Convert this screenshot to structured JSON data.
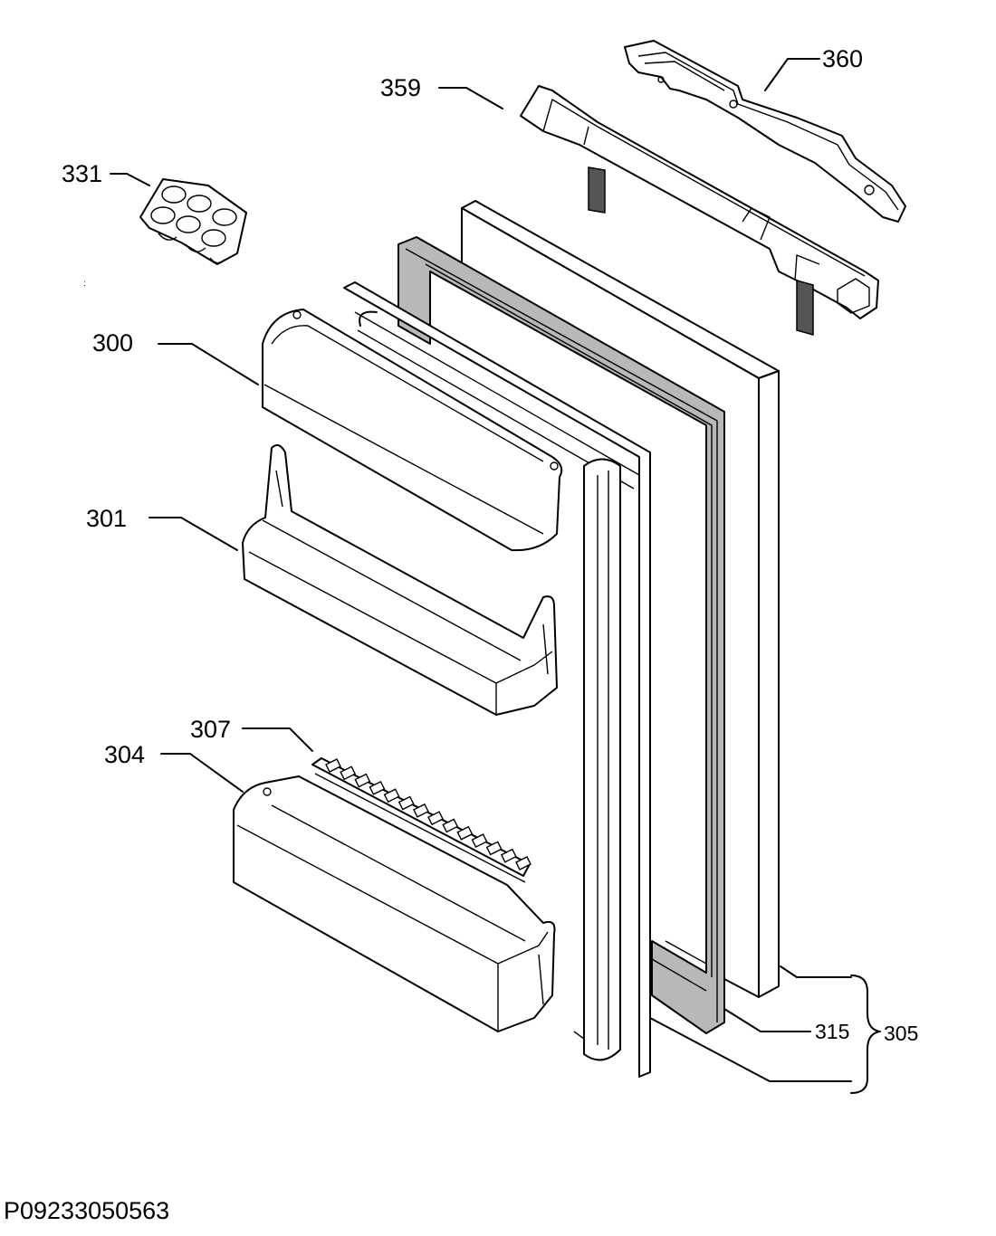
{
  "diagram": {
    "document_code": "P09233050563",
    "labels": {
      "p360": "360",
      "p359": "359",
      "p331": "331",
      "p300": "300",
      "p301": "301",
      "p307": "307",
      "p304": "304",
      "p315": "315",
      "p305": "305"
    }
  }
}
